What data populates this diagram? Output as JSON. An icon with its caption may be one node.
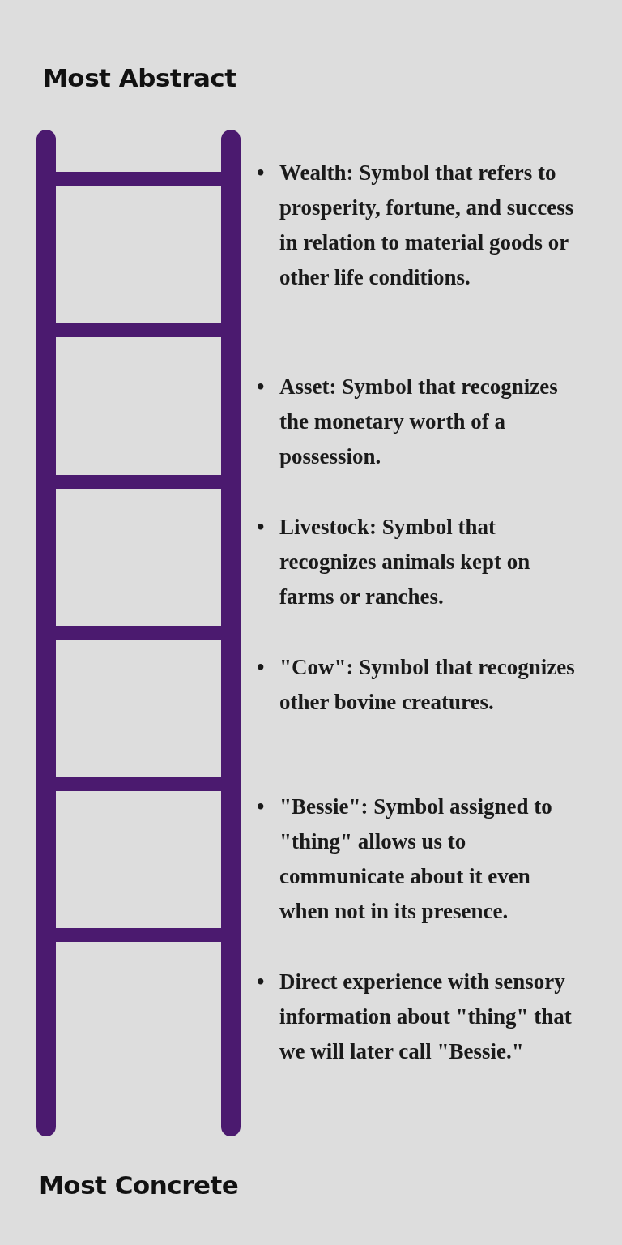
{
  "diagram": {
    "labels": [
      "Most Abstract",
      "•",
      "Wealth: Symbol that refers to prosperity, fortune, and success in relation to material goods or other life conditions.",
      "•",
      "Asset: Symbol that recognizes the monetary worth of a possession.",
      "•",
      "Livestock: Symbol that recognizes animals kept on farms or ranches.",
      "•",
      "\"Cow\": Symbol that recognizes other bovine creatures.",
      "•",
      "\"Bessie\": Symbol assigned to \"thing\" allows us to communicate about it even when not in its presence.",
      "•",
      "Direct experience with sensory information about \"thing\" that we will later call \"Bessie.\"",
      "Most Concrete"
    ]
  }
}
